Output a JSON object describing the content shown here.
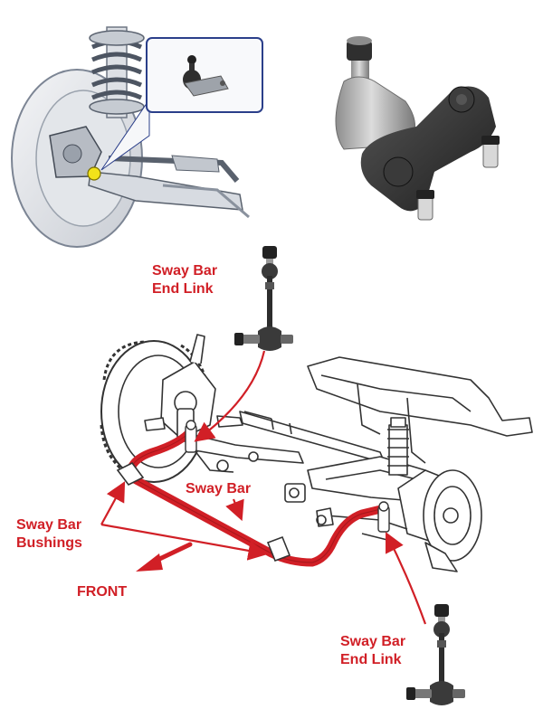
{
  "labels": {
    "end_link_top": "Sway Bar\nEnd Link",
    "sway_bar": "Sway Bar",
    "bushings": "Sway Bar\nBushings",
    "front": "FRONT",
    "end_link_bottom": "Sway Bar\nEnd Link"
  },
  "colors": {
    "accent_red": "#d11f26",
    "line_art": "#333333",
    "ball_joint_dark": "#3a3a3a",
    "ball_joint_light": "#c9c9c9",
    "callout_border": "#2b3f8a"
  }
}
